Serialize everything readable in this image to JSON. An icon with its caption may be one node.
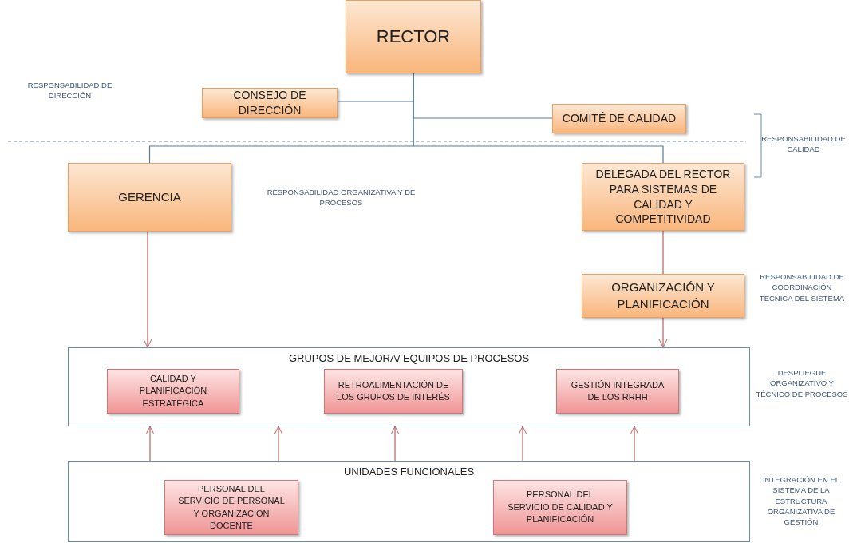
{
  "diagram": {
    "nodes": [
      {
        "text": [
          "RECTOR"
        ]
      },
      {
        "text": [
          "CONSEJO DE DIRECCIÓN"
        ]
      },
      {
        "text": [
          "COMITÉ DE CALIDAD"
        ]
      },
      {
        "text": [
          "GERENCIA"
        ]
      },
      {
        "text": [
          "DELEGADA DEL RECTOR PARA SISTEMAS DE CALIDAD Y COMPETITIVIDAD"
        ]
      },
      {
        "text": [
          "ORGANIZACIÓN Y PLANIFICACIÓN"
        ]
      },
      {
        "text": [
          "GRUPOS DE MEJORA/ EQUIPOS DE PROCESOS"
        ]
      },
      {
        "text": [
          "CALIDAD Y PLANIFICACIÓN ESTRATÉGICA"
        ],
        "in": 6
      },
      {
        "text": [
          "RETROALIMENTACIÓN DE LOS GRUPOS DE INTERÉS"
        ],
        "in": 6
      },
      {
        "text": [
          "GESTIÓN INTEGRADA DE LOS RRHH"
        ],
        "in": 6
      },
      {
        "text": [
          "UNIDADES FUNCIONALES"
        ]
      },
      {
        "text": [
          "PERSONAL DEL SERVICIO DE PERSONAL Y ORGANIZACIÓN DOCENTE"
        ],
        "in": 10
      },
      {
        "text": [
          "PERSONAL DEL SERVICIO DE CALIDAD Y PLANIFICACIÓN"
        ],
        "in": 10
      }
    ],
    "edges": [
      {
        "from": 0,
        "to": 1,
        "arrow": "none",
        "color": "#5a7a98"
      },
      {
        "from": 0,
        "to": 2,
        "arrow": "none",
        "color": "#5a7a98"
      },
      {
        "from": 0,
        "to": 3,
        "arrow": "none",
        "color": "#5a7a98"
      },
      {
        "from": 0,
        "to": 4,
        "arrow": "none",
        "color": "#5a7a98"
      },
      {
        "from": 3,
        "to": 6,
        "arrow": "to"
      },
      {
        "from": 4,
        "to": 5,
        "arrow": "none"
      },
      {
        "from": 5,
        "to": 6,
        "arrow": "to"
      },
      {
        "from": 10,
        "to": 6,
        "arrow": "to"
      },
      {
        "from": 10,
        "to": 6,
        "arrow": "to"
      },
      {
        "from": 10,
        "to": 6,
        "arrow": "to"
      },
      {
        "from": 10,
        "to": 6,
        "arrow": "to"
      },
      {
        "from": 10,
        "to": 6,
        "arrow": "to"
      }
    ],
    "labels": [
      "RESPONSABILIDAD DE DIRECCIÓN",
      "RESPONSABILIDAD DE CALIDAD",
      "RESPONSABILIDAD ORGANIZATIVA Y DE PROCESOS",
      "RESPONSABILIDAD DE COORDINACIÓN TÉCNICA DEL SISTEMA",
      "DESPLIEGUE ORGANIZATIVO Y TÉCNICO DE PROCESOS",
      "INTEGRACIÓN EN EL SISTEMA DE LA ESTRUCTURA ORGANIZATIVA DE GESTIÓN"
    ]
  }
}
